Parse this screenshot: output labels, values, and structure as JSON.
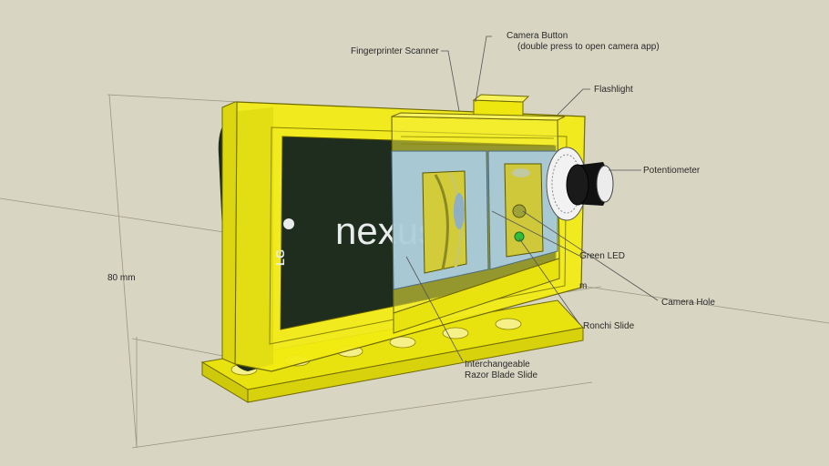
{
  "labels": {
    "fingerprint": "Fingerprinter Scanner",
    "camera_button_line1": "Camera Button",
    "camera_button_line2": "(double press to open camera app)",
    "flashlight": "Flashlight",
    "potentiometer": "Potentiometer",
    "green_led": "Green LED",
    "camera_hole": "Camera Hole",
    "ronchi_slide": "Ronchi Slide",
    "razor_line1": "Interchangeable",
    "razor_line2": "Razor Blade Slide",
    "dimension_80": "80 mm",
    "dimension_partial": "m"
  },
  "phone": {
    "brand": "nexus",
    "maker": "LG"
  },
  "colors": {
    "background": "#d8d5c3",
    "housing": "#f2ec12",
    "housing_edge": "#6f6a00",
    "phone_body": "#1d2b1d",
    "slide_glass": "#9ec8e0",
    "led": "#2fbf3a",
    "knob": "#111111"
  }
}
